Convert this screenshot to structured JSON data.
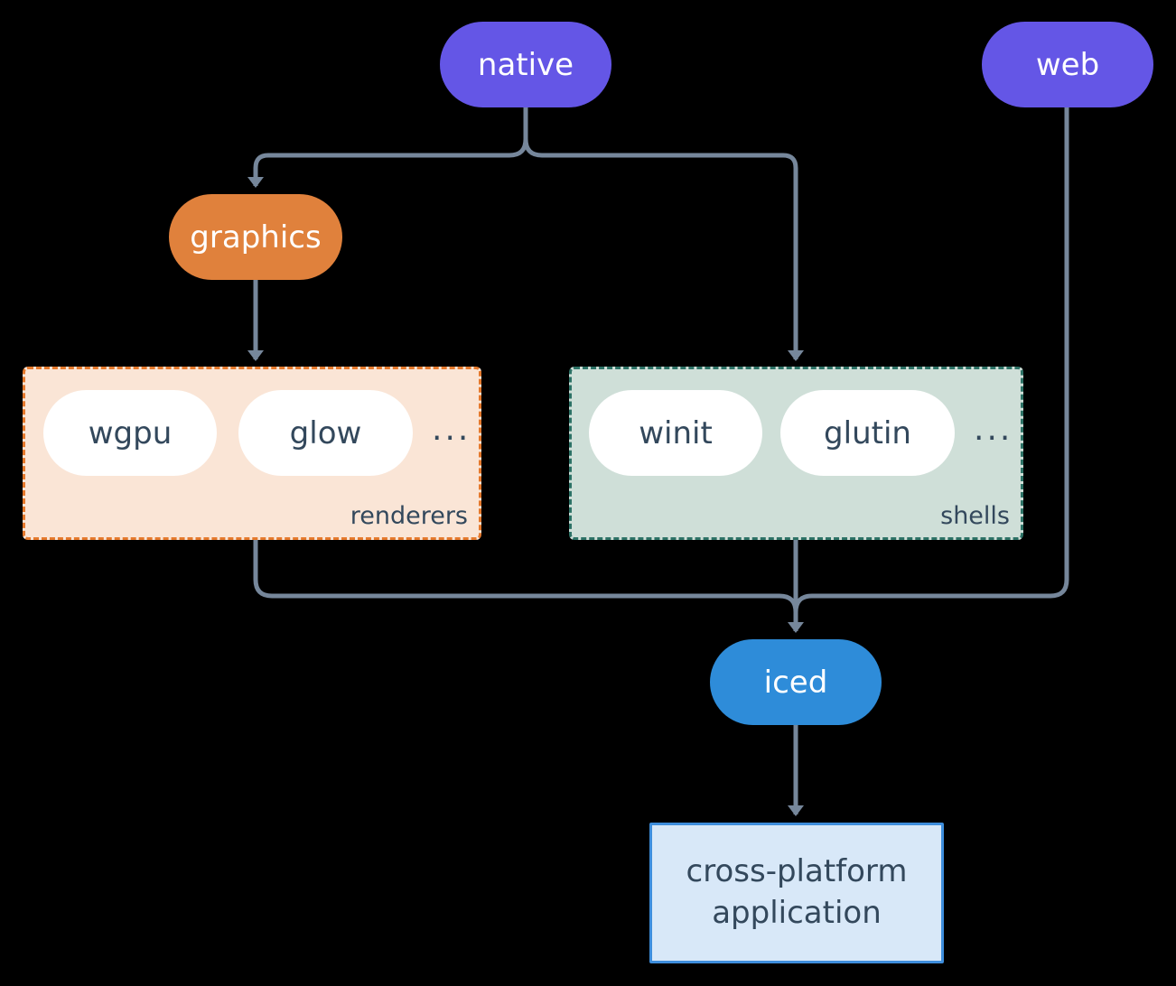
{
  "nodes": {
    "native": {
      "label": "native"
    },
    "web": {
      "label": "web"
    },
    "graphics": {
      "label": "graphics"
    },
    "iced": {
      "label": "iced"
    },
    "app": {
      "label_line1": "cross-platform",
      "label_line2": "application"
    }
  },
  "groups": {
    "renderers": {
      "label": "renderers",
      "items": [
        "wgpu",
        "glow"
      ],
      "more": "..."
    },
    "shells": {
      "label": "shells",
      "items": [
        "winit",
        "glutin"
      ],
      "more": "..."
    }
  },
  "colors": {
    "background": "#000000",
    "platform_node": "#6456E6",
    "graphics_node": "#E0813C",
    "iced_node": "#2E8CD9",
    "renderers_fill": "#FAE5D6",
    "renderers_border": "#E5792C",
    "shells_fill": "#CFDFD8",
    "shells_border": "#2D7266",
    "inner_pill": "#FFFFFF",
    "app_fill": "#D8E8F8",
    "app_border": "#3E8EDC",
    "dark_text": "#33485C",
    "light_text": "#FFFFFF",
    "connector": "#76879B"
  }
}
